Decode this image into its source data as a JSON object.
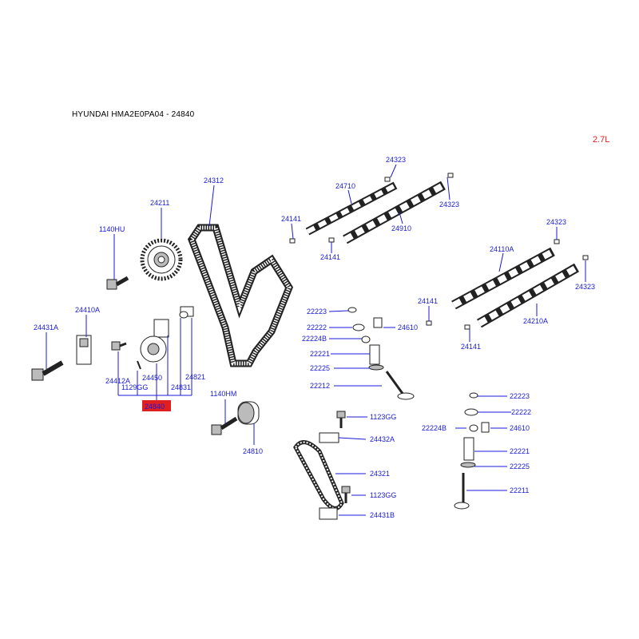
{
  "header": {
    "title": "HYUNDAI HMA2E0PA04 - 24840",
    "engine": "2.7L"
  },
  "highlight_color": "#e02020",
  "label_color": "#1a1ad8",
  "labels": {
    "p24323a": "24323",
    "p24710": "24710",
    "p24312": "24312",
    "p24211": "24211",
    "p24141a": "24141",
    "p24323b": "24323",
    "p24910": "24910",
    "p1140hu": "1140HU",
    "p24141b": "24141",
    "p24323c": "24323",
    "p24110a": "24110A",
    "p24323d": "24323",
    "p24410a": "24410A",
    "p24431a": "24431A",
    "p22223a": "22223",
    "p24141c": "24141",
    "p22222a": "22222",
    "p24610a": "24610",
    "p24210a": "24210A",
    "p22224ba": "22224B",
    "p24141d": "24141",
    "p22221a": "22221",
    "p24412a": "24412A",
    "p24450": "24450",
    "p1129gg": "1129GG",
    "p24821": "24821",
    "p24831": "24831",
    "p22225a": "22225",
    "p22212": "22212",
    "p24840": "24840",
    "p1140hm": "1140HM",
    "p22223b": "22223",
    "p22222b": "22222",
    "p1123gga": "1123GG",
    "p22224bb": "22224B",
    "p24610b": "24610",
    "p24432a": "24432A",
    "p24810": "24810",
    "p22221b": "22221",
    "p22225b": "22225",
    "p24321": "24321",
    "p22211": "22211",
    "p1123ggb": "1123GG",
    "p24431b": "24431B"
  }
}
